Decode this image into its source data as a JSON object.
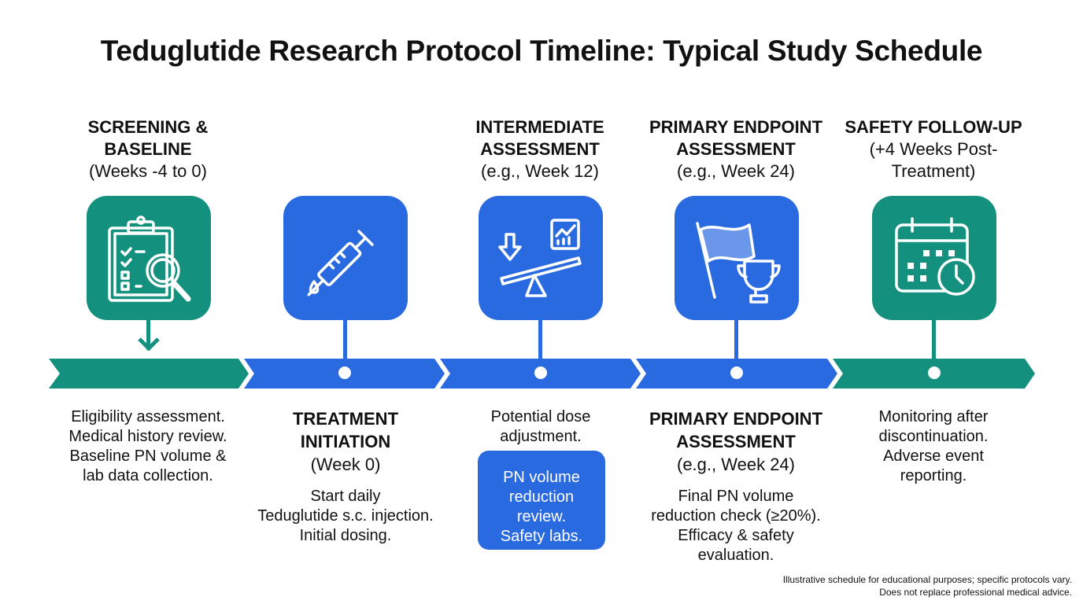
{
  "title": "Teduglutide Research Protocol Timeline: Typical Study Schedule",
  "colors": {
    "teal": "#13907e",
    "blue": "#2a6ae0"
  },
  "stages": [
    {
      "heading": "SCREENING & BASELINE",
      "sub": "(Weeks -4 to 0)",
      "icon": "clipboard-magnifier-icon",
      "desc": [
        "Eligibility assessment.",
        "Medical history review.",
        "Baseline PN volume &",
        "lab data collection."
      ]
    },
    {
      "heading": "TREATMENT INITIATION",
      "sub": "(Week 0)",
      "icon": "syringe-icon",
      "desc": [
        "Start daily",
        "Teduglutide s.c. injection.",
        "Initial dosing."
      ]
    },
    {
      "heading": "INTERMEDIATE ASSESSMENT",
      "sub": "(e.g., Week 12)",
      "icon": "dose-adjustment-scale-icon",
      "desc": [
        "Potential dose",
        "adjustment."
      ],
      "note": [
        "PN volume",
        "reduction",
        "review.",
        "Safety labs."
      ]
    },
    {
      "heading": "PRIMARY ENDPOINT ASSESSMENT",
      "sub": "(e.g., Week 24)",
      "icon": "checkered-flag-trophy-icon",
      "desc": [
        "Final PN volume",
        "reduction check (≥20%).",
        "Efficacy & safety",
        "evaluation."
      ]
    },
    {
      "heading": "SAFETY FOLLOW-UP",
      "sub": "(+4 Weeks Post-Treatment)",
      "icon": "calendar-clock-icon",
      "desc": [
        "Monitoring after",
        "discontinuation.",
        "Adverse event",
        "reporting."
      ]
    }
  ],
  "footnote": [
    "Illustrative schedule for educational purposes; specific protocols vary.",
    "Does not replace professional medical advice."
  ]
}
